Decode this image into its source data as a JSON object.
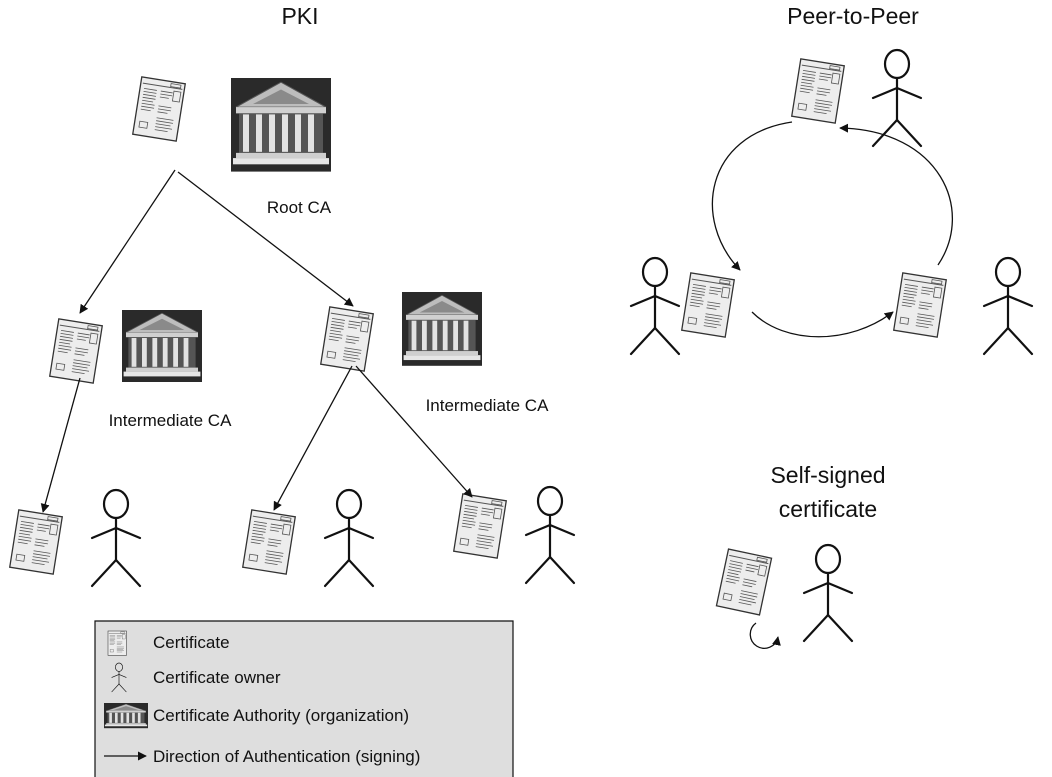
{
  "pki": {
    "title": "PKI",
    "root_label": "Root CA",
    "intermediate_left_label": "Intermediate CA",
    "intermediate_right_label": "Intermediate CA"
  },
  "peer_to_peer": {
    "title": "Peer-to-Peer"
  },
  "self_signed": {
    "title_line1": "Self-signed",
    "title_line2": "certificate"
  },
  "legend": {
    "certificate": "Certificate",
    "owner": "Certificate owner",
    "authority": "Certificate Authority (organization)",
    "direction": "Direction of Authentication (signing)"
  },
  "colors": {
    "legend_bg": "#dedede",
    "ink": "#111111",
    "cert_fill": "#ededed",
    "building_dark": "#3a3a3a"
  },
  "icons": [
    "certificate-icon",
    "person-icon",
    "building-icon",
    "arrow-icon"
  ]
}
